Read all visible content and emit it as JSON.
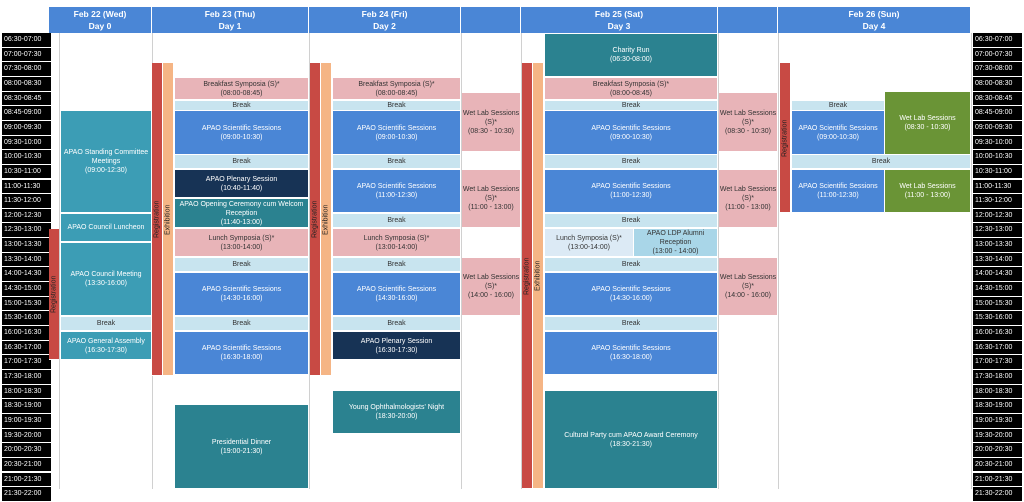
{
  "days": [
    {
      "date": "Feb 22 (Wed)",
      "day": "Day 0"
    },
    {
      "date": "Feb 23 (Thu)",
      "day": "Day 1"
    },
    {
      "date": "Feb 24 (Fri)",
      "day": "Day 2"
    },
    {
      "date": "Feb 25 (Sat)",
      "day": "Day 3"
    },
    {
      "date": "Feb 26 (Sun)",
      "day": "Day 4"
    }
  ],
  "time_slots": [
    "06:30-07:00",
    "07:00-07:30",
    "07:30-08:00",
    "08:00-08:30",
    "08:30-08:45",
    "08:45-09:00",
    "09:00-09:30",
    "09:30-10:00",
    "10:00-10:30",
    "10:30-11:00",
    "11:00-11:30",
    "11:30-12:00",
    "12:00-12:30",
    "12:30-13:00",
    "13:00-13:30",
    "13:30-14:00",
    "14:00-14:30",
    "14:30-15:00",
    "15:00-15:30",
    "15:30-16:00",
    "16:00-16:30",
    "16:30-17:00",
    "17:00-17:30",
    "17:30-18:00",
    "18:00-18:30",
    "18:30-19:00",
    "19:00-19:30",
    "19:30-20:00",
    "20:00-20:30",
    "20:30-21:00",
    "21:00-21:30",
    "21:30-22:00"
  ],
  "labels": {
    "registration": "Registration",
    "exhibition": "Exhibition",
    "break": "Break"
  },
  "events": {
    "d0_standing": {
      "title": "APAO Standing Committee Meetings",
      "time": "(09:00-12:30)"
    },
    "d0_luncheon": {
      "title": "APAO Council Luncheon",
      "time": ""
    },
    "d0_council": {
      "title": "APAO Council Meeting",
      "time": "(13:30-16:00)"
    },
    "d0_assembly": {
      "title": "APAO General Assembly",
      "time": "(16:30-17:30)"
    },
    "d1_breakfast": {
      "title": "Breakfast Symposia (S)*",
      "time": "(08:00-08:45)"
    },
    "d1_sci1": {
      "title": "APAO Scientific Sessions",
      "time": "(09:00-10:30)"
    },
    "d1_plenary": {
      "title": "APAO Plenary Session",
      "time": "(10:40-11:40)"
    },
    "d1_opening": {
      "title": "APAO Opening Ceremony cum Welcom Reception",
      "time": "(11:40-13:00)"
    },
    "d1_lunch": {
      "title": "Lunch Symposia (S)*",
      "time": "(13:00-14:00)"
    },
    "d1_sci2": {
      "title": "APAO Scientific Sessions",
      "time": "(14:30-16:00)"
    },
    "d1_sci3": {
      "title": "APAO Scientific Sessions",
      "time": "(16:30-18:00)"
    },
    "d1_dinner": {
      "title": "Presidential Dinner",
      "time": "(19:00-21:30)"
    },
    "d2_breakfast": {
      "title": "Breakfast Symposia (S)*",
      "time": "(08:00-08:45)"
    },
    "d2_sci1": {
      "title": "APAO Scientific Sessions",
      "time": "(09:00-10:30)"
    },
    "d2_sci2": {
      "title": "APAO Scientific Sessions",
      "time": "(11:00-12:30)"
    },
    "d2_lunch": {
      "title": "Lunch Symposia (S)*",
      "time": "(13:00-14:00)"
    },
    "d2_sci3": {
      "title": "APAO Scientific Sessions",
      "time": "(14:30-16:00)"
    },
    "d2_plenary": {
      "title": "APAO Plenary Session",
      "time": "(16:30-17:30)"
    },
    "d2_yo": {
      "title": "Young Ophthalmologists' Night",
      "time": "(18:30-20:00)"
    },
    "d2_wet1": {
      "title": "Wet Lab Sessions (S)*",
      "time": "(08:30 - 10:30)"
    },
    "d2_wet2": {
      "title": "Wet Lab Sessions (S)*",
      "time": "(11:00 - 13:00)"
    },
    "d2_wet3": {
      "title": "Wet Lab Sessions (S)*",
      "time": "(14:00 - 16:00)"
    },
    "d3_charity": {
      "title": "Charity Run",
      "time": "(06:30-08:00)"
    },
    "d3_breakfast": {
      "title": "Breakfast Symposia (S)*",
      "time": "(08:00-08:45)"
    },
    "d3_sci1": {
      "title": "APAO Scientific Sessions",
      "time": "(09:00-10:30)"
    },
    "d3_sci2": {
      "title": "APAO Scientific Sessions",
      "time": "(11:00-12:30)"
    },
    "d3_lunch": {
      "title": "Lunch Symposia (S)*",
      "time": "(13:00-14:00)"
    },
    "d3_ldp": {
      "title": "APAO LDP Alumni Reception",
      "time": "(13:00 - 14:00)"
    },
    "d3_sci3": {
      "title": "APAO Scientific Sessions",
      "time": "(14:30-16:00)"
    },
    "d3_sci4": {
      "title": "APAO Scientific Sessions",
      "time": "(16:30-18:00)"
    },
    "d3_party": {
      "title": "Cultural Party cum APAO Award Ceremony",
      "time": "(18:30-21:30)"
    },
    "d3_wet1": {
      "title": "Wet Lab Sessions (S)*",
      "time": "(08:30 - 10:30)"
    },
    "d3_wet2": {
      "title": "Wet Lab Sessions (S)*",
      "time": "(11:00 - 13:00)"
    },
    "d3_wet3": {
      "title": "Wet Lab Sessions (S)*",
      "time": "(14:00 - 16:00)"
    },
    "d4_sci1": {
      "title": "APAO Scientific Sessions",
      "time": "(09:00-10:30)"
    },
    "d4_sci2": {
      "title": "APAO Scientific Sessions",
      "time": "(11:00-12:30)"
    },
    "d4_wet1": {
      "title": "Wet Lab Sessions",
      "time": "(08:30 - 10:30)"
    },
    "d4_wet2": {
      "title": "Wet Lab Sessions",
      "time": "(11:00 - 13:00)"
    }
  },
  "colors": {
    "header": "#4a86d6",
    "scientific": "#4a86d6",
    "meeting": "#3c9db5",
    "plenary": "#173355",
    "symposia": "#e8b4b8",
    "registration": "#c84a44",
    "exhibition": "#f5b585",
    "wet_lab_day4": "#6a9436",
    "break": "#c8e4ef"
  }
}
